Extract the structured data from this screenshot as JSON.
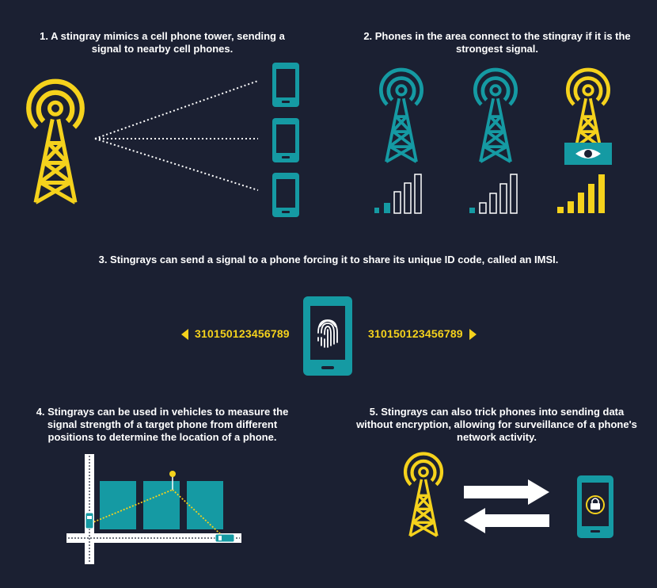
{
  "colors": {
    "background": "#1b2032",
    "yellow": "#f5d21c",
    "teal": "#159aa3",
    "white": "#ffffff"
  },
  "icons": [
    "cell-tower-icon",
    "phone-icon",
    "signal-bars-icon",
    "eye-icon",
    "fingerprint-icon",
    "lock-icon",
    "arrow-right-icon",
    "arrow-left-icon",
    "car-icon",
    "map-pin-icon"
  ],
  "step1": {
    "caption": "1. A stingray mimics a cell phone tower, sending a signal to nearby cell phones."
  },
  "step2": {
    "caption": "2. Phones in the area connect to the stingray if it is the strongest signal."
  },
  "step3": {
    "caption": "3. Stingrays can send a signal to a phone forcing it to share its unique ID code, called an IMSI.",
    "imsi_left": "310150123456789",
    "imsi_right": "310150123456789"
  },
  "step4": {
    "caption": "4. Stingrays can be used in vehicles to measure the signal strength of a target phone from different positions to determine the location of a phone."
  },
  "step5": {
    "caption": "5.  Stingrays can also trick phones into sending data without encryption, allowing for surveillance of a phone's network activity."
  }
}
